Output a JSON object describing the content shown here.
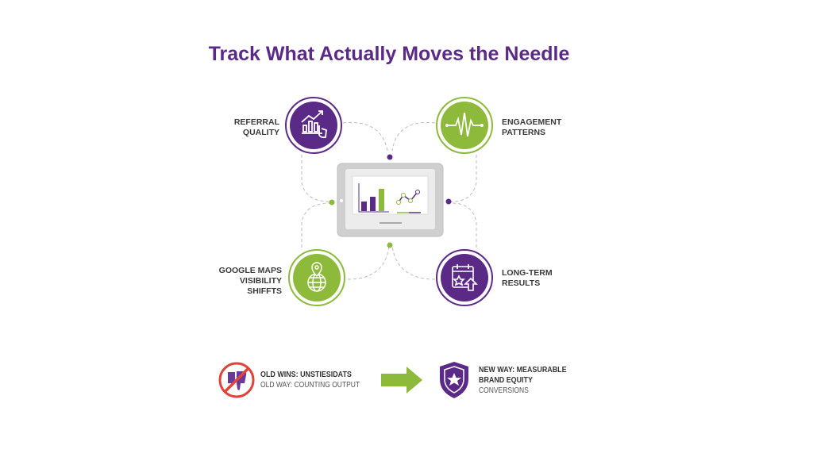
{
  "title": "Track What Actually Moves the Needle",
  "metrics": [
    {
      "label_lines": [
        "REFERRAL",
        "QUALITY"
      ],
      "icon": "bar-chart-growth-hand-icon",
      "color": "#5b2a86"
    },
    {
      "label_lines": [
        "ENGAGEMENT",
        "PATTERNS"
      ],
      "icon": "pulse-wave-icon",
      "color": "#8dba3a"
    },
    {
      "label_lines": [
        "GOOGLE MAPS",
        "VISIBILITY",
        "SHIFFTS"
      ],
      "icon": "map-pin-globe-icon",
      "color": "#8dba3a"
    },
    {
      "label_lines": [
        "LONG-TERM",
        "RESULTS"
      ],
      "icon": "calendar-star-arrow-icon",
      "color": "#5b2a86"
    }
  ],
  "center": {
    "icon": "tablet-dashboard-icon"
  },
  "comparison": {
    "old": {
      "title": "OLD WINS: UNSTIESIDATS",
      "subtitle": "OLD WAY: COUNTING OUTPUT",
      "icon": "no-thumbs-down-icon"
    },
    "arrow": "right-arrow-icon",
    "new": {
      "title_lines": [
        "NEW WAY: MEASURABLE",
        "BRAND EQUITY"
      ],
      "subtitle": "CONVERSIONS",
      "icon": "shield-star-icon"
    }
  },
  "colors": {
    "purple": "#5b2a86",
    "green": "#8dba3a",
    "red": "#e0443a"
  }
}
